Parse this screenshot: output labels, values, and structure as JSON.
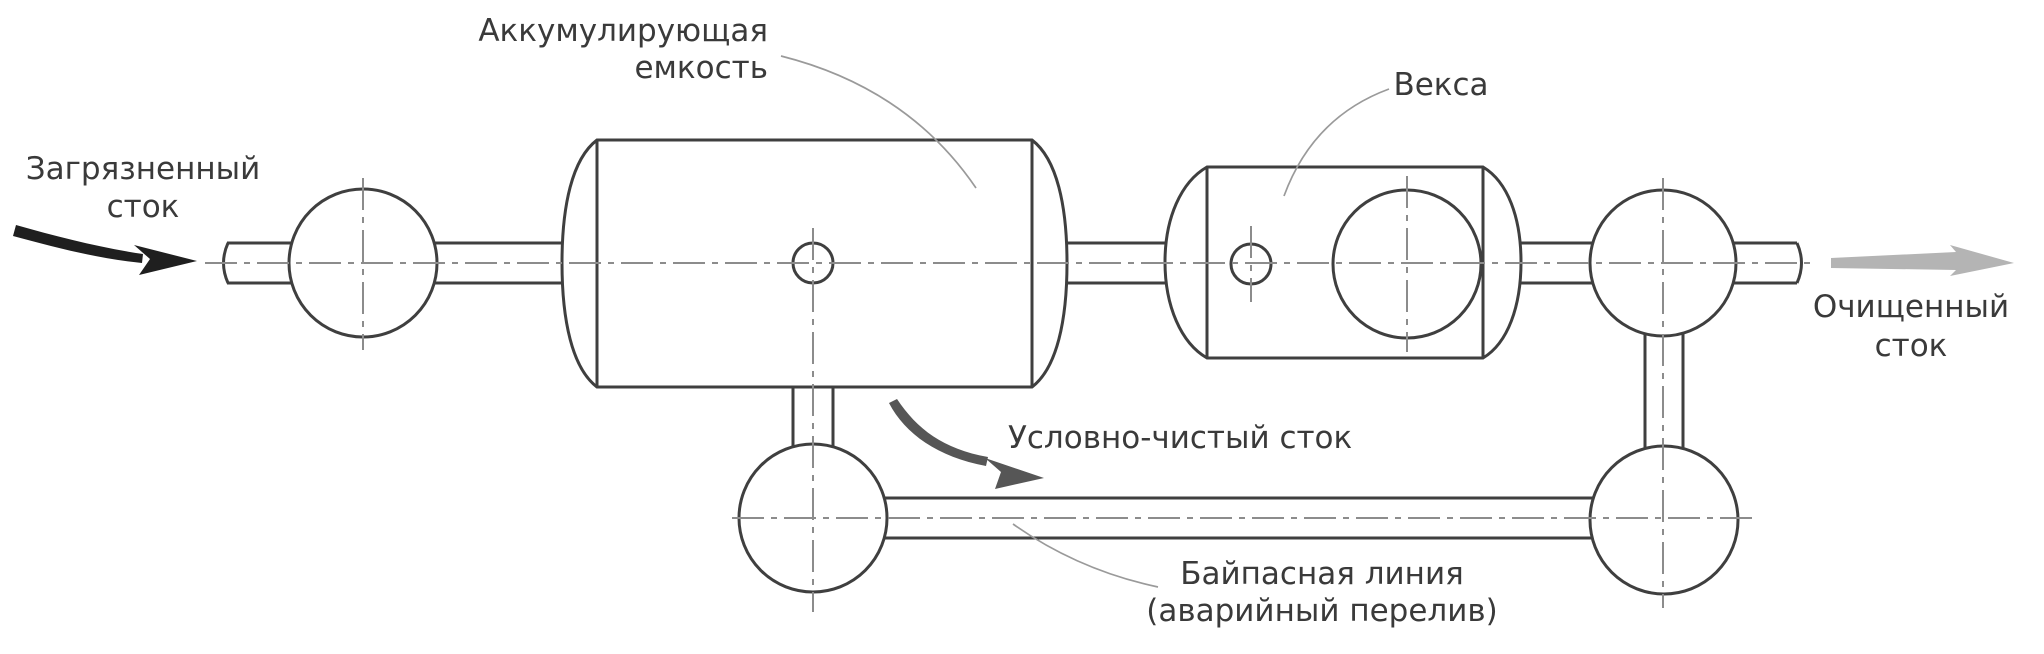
{
  "figure": {
    "kind": "process-flow-diagram",
    "colors": {
      "background": "#ffffff",
      "outline": "#3f3f3f",
      "centerline": "#8c8c8c",
      "leader": "#9a9a9a",
      "text": "#3a3a3a",
      "inflow_arrow": "#1f1f1f",
      "branch_arrow": "#565656",
      "outflow_arrow": "#b4b4b4"
    },
    "labels": {
      "inflow": {
        "line1": "Загрязненный",
        "line2": "сток"
      },
      "accumulating_tank": {
        "line1": "Аккумулирующая",
        "line2": "емкость"
      },
      "vexa": {
        "text": "Векса"
      },
      "outflow": {
        "line1": "Очищенный",
        "line2": "сток"
      },
      "conditionally_clean": {
        "text": "Условно-чистый сток"
      },
      "bypass": {
        "line1": "Байпасная линия",
        "line2": "(аварийный перелив)"
      }
    }
  }
}
